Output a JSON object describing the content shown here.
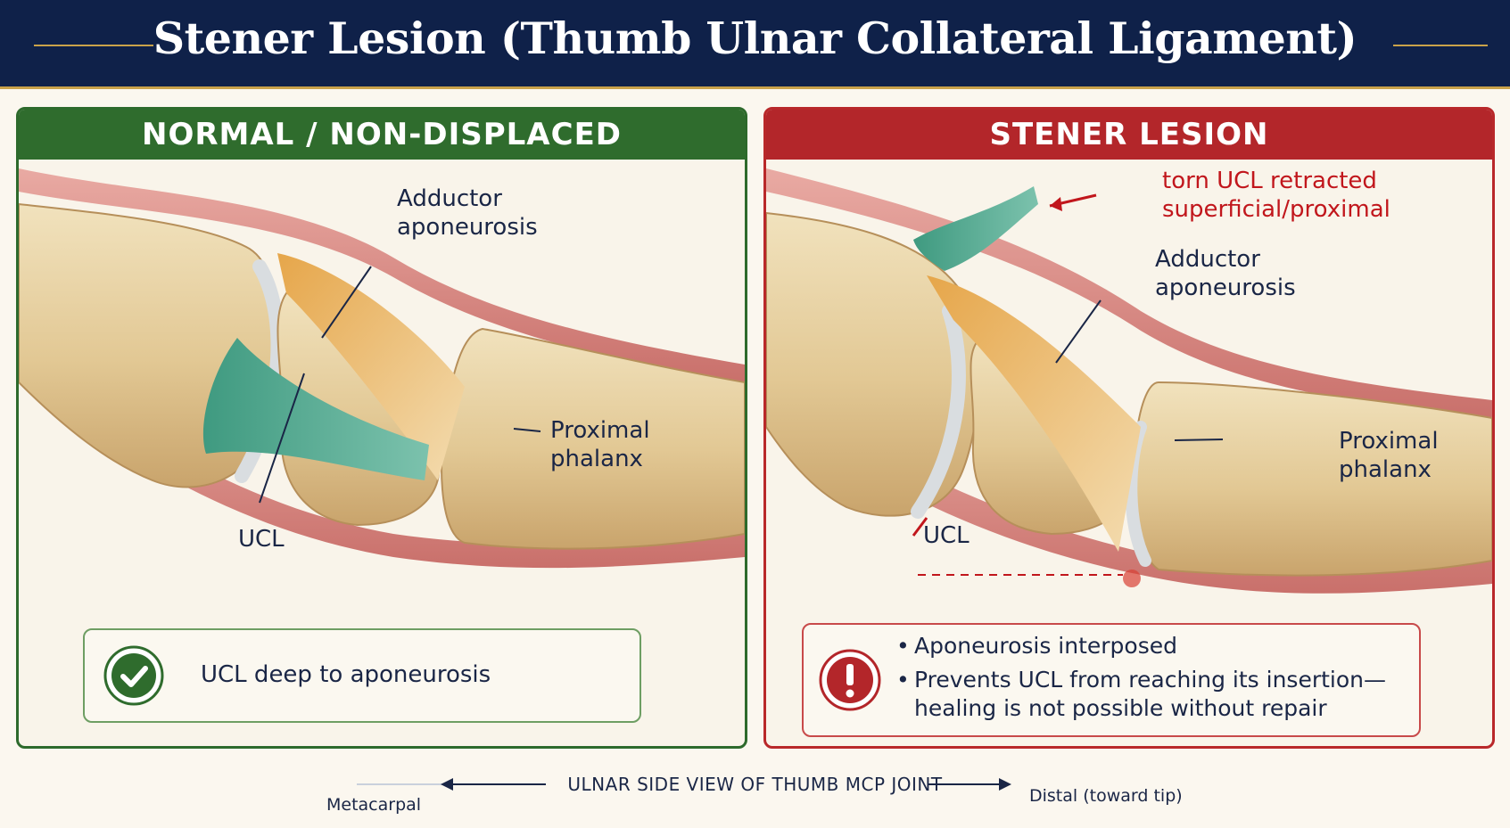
{
  "title": "Stener Lesion (Thumb Ulnar Collateral Ligament)",
  "colors": {
    "banner": "#0f2149",
    "gold": "#c9a24a",
    "normal_green": "#2f6c2d",
    "lesion_red": "#b3262a",
    "bone": "#e8d2a0",
    "ligament_teal": "#5fae96",
    "aponeurosis_orange": "#e0a24c",
    "soft_tissue_pink": "#d98b86"
  },
  "normal_panel": {
    "heading": "NORMAL / NON-DISPLACED",
    "labels": {
      "adductor": [
        "Adductor",
        "aponeurosis"
      ],
      "phalanx": [
        "Proximal",
        "phalanx"
      ],
      "ucl": "UCL"
    },
    "callout_icon": "check-circle-icon",
    "callout": "UCL deep to aponeurosis"
  },
  "lesion_panel": {
    "heading": "STENER LESION",
    "labels": {
      "torn": [
        "torn UCL retracted",
        "superficial/proximal"
      ],
      "adductor": [
        "Adductor",
        "aponeurosis"
      ],
      "phalanx": [
        "Proximal",
        "phalanx"
      ],
      "ucl": "UCL"
    },
    "callout_icon": "exclamation-circle-icon",
    "bullets": [
      "Aponeurosis interposed",
      "Prevents UCL from reaching its insertion—",
      "healing is not possible without repair"
    ]
  },
  "footer": {
    "center": "ULNAR SIDE VIEW OF THUMB MCP JOINT",
    "left": "Metacarpal",
    "right": "Distal (toward tip)"
  }
}
